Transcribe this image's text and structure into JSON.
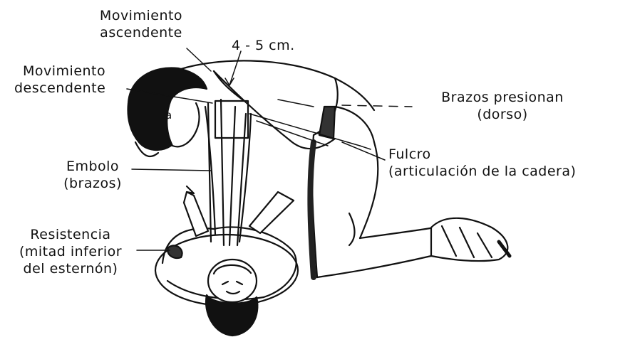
{
  "labels": {
    "upward_movement": {
      "line1": "Movimiento",
      "line2": "ascendente"
    },
    "downward_movement": {
      "line1": "Movimiento",
      "line2": "descendente"
    },
    "distance": "4 - 5 cm.",
    "arms_press": {
      "line1": "Brazos presionan",
      "line2": "(dorso)"
    },
    "fulcrum": {
      "line1": "Fulcro",
      "line2": "(articulación de la cadera)"
    },
    "piston": {
      "line1": "Embolo",
      "line2": "(brazos)"
    },
    "resistance": {
      "line1": "Resistencia",
      "line2": "(mitad inferior",
      "line3": "del esternón)"
    },
    "angle": "a"
  }
}
